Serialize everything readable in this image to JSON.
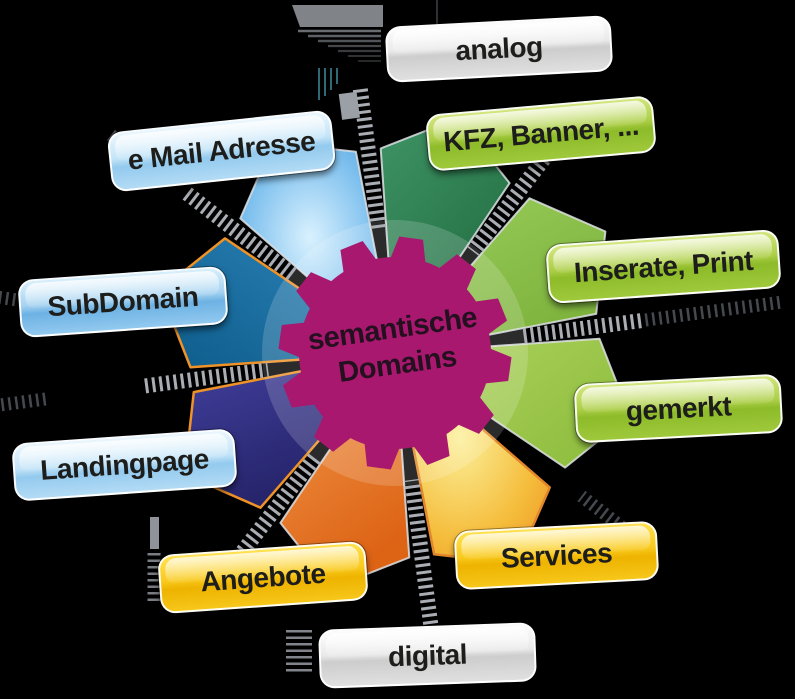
{
  "center": {
    "line1": "semantische",
    "line2": "Domains"
  },
  "labels": {
    "analog": "analog",
    "kfz_banner": "KFZ, Banner, ...",
    "inserate_print": "Inserate, Print",
    "gemerkt": "gemerkt",
    "services": "Services",
    "digital": "digital",
    "angebote": "Angebote",
    "landingpage": "Landingpage",
    "subdomain": "SubDomain",
    "email_adresse": "e Mail Adresse"
  },
  "colors": {
    "hub": "#a8186f",
    "segment_dark_green": "#2e7b4e",
    "segment_mid_green": "#8abf49",
    "segment_light_green": "#9cc74e",
    "segment_yellow": "#f5c32e",
    "segment_orange": "#e57422",
    "segment_indigo": "#32308a",
    "segment_teal": "#1d6fa3",
    "segment_sky_blue": "#63b2e6",
    "label_green": "#a9cc45",
    "label_gold": "#f7c81d",
    "label_blue": "#bfe2f7",
    "label_white": "#ededed",
    "ladder_gray": "#aaaeb4"
  }
}
